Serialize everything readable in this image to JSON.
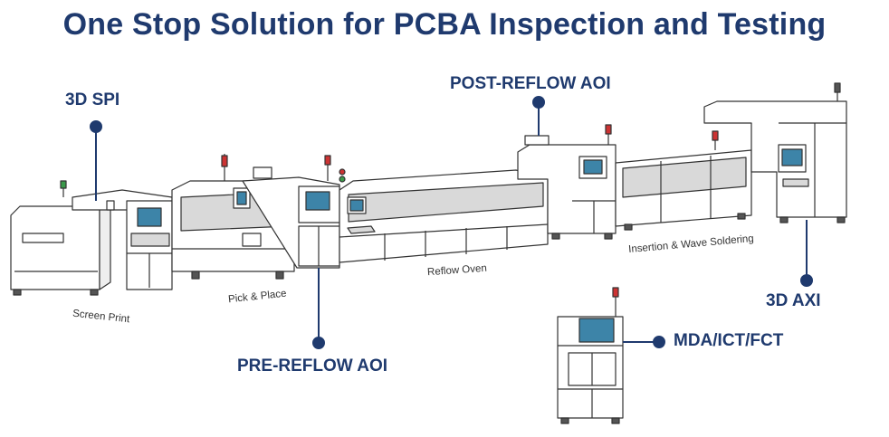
{
  "title": "One Stop Solution for PCBA Inspection and Testing",
  "callouts": {
    "spi": "3D SPI",
    "post_reflow": "POST-REFLOW AOI",
    "pre_reflow": "PRE-REFLOW AOI",
    "axi": "3D AXI",
    "mda": "MDA/ICT/FCT"
  },
  "captions": {
    "screen_print": "Screen Print",
    "pick_place": "Pick & Place",
    "reflow_oven": "Reflow Oven",
    "wave": "Insertion & Wave Soldering"
  },
  "colors": {
    "accent": "#1f3a6e",
    "line": "#333333",
    "panel": "#d9d9d9",
    "screen": "#3d84a8"
  }
}
